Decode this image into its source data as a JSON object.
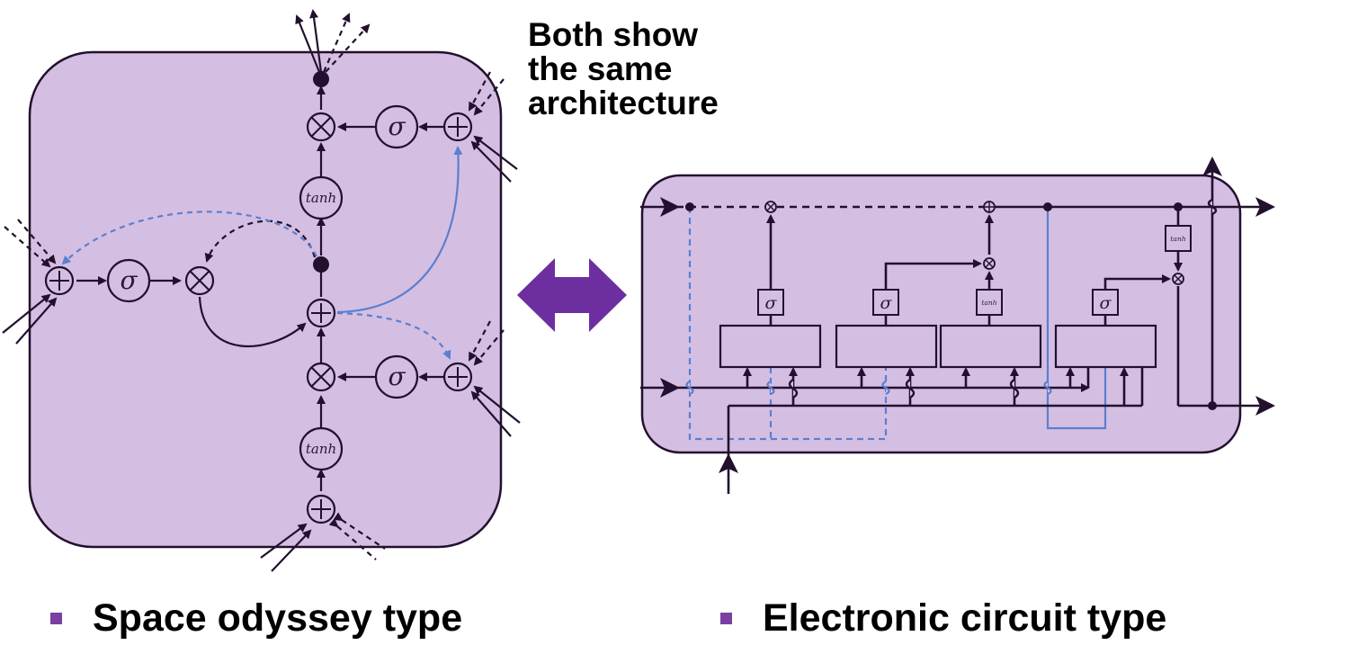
{
  "note": {
    "lines": [
      "Both show",
      "the same",
      "architecture"
    ]
  },
  "captions": {
    "left": "Space odyssey type",
    "right": "Electronic circuit type"
  },
  "symbols": {
    "sigma": "σ",
    "tanh": "tanh"
  },
  "colors": {
    "panel": "#d4bfe2",
    "stroke": "#22102e",
    "blue": "#5b7fd1",
    "arrow": "#6d2fa0",
    "bullet": "#7a3fa3"
  },
  "icons": {
    "bidirectional": "double-headed-arrow-icon"
  }
}
